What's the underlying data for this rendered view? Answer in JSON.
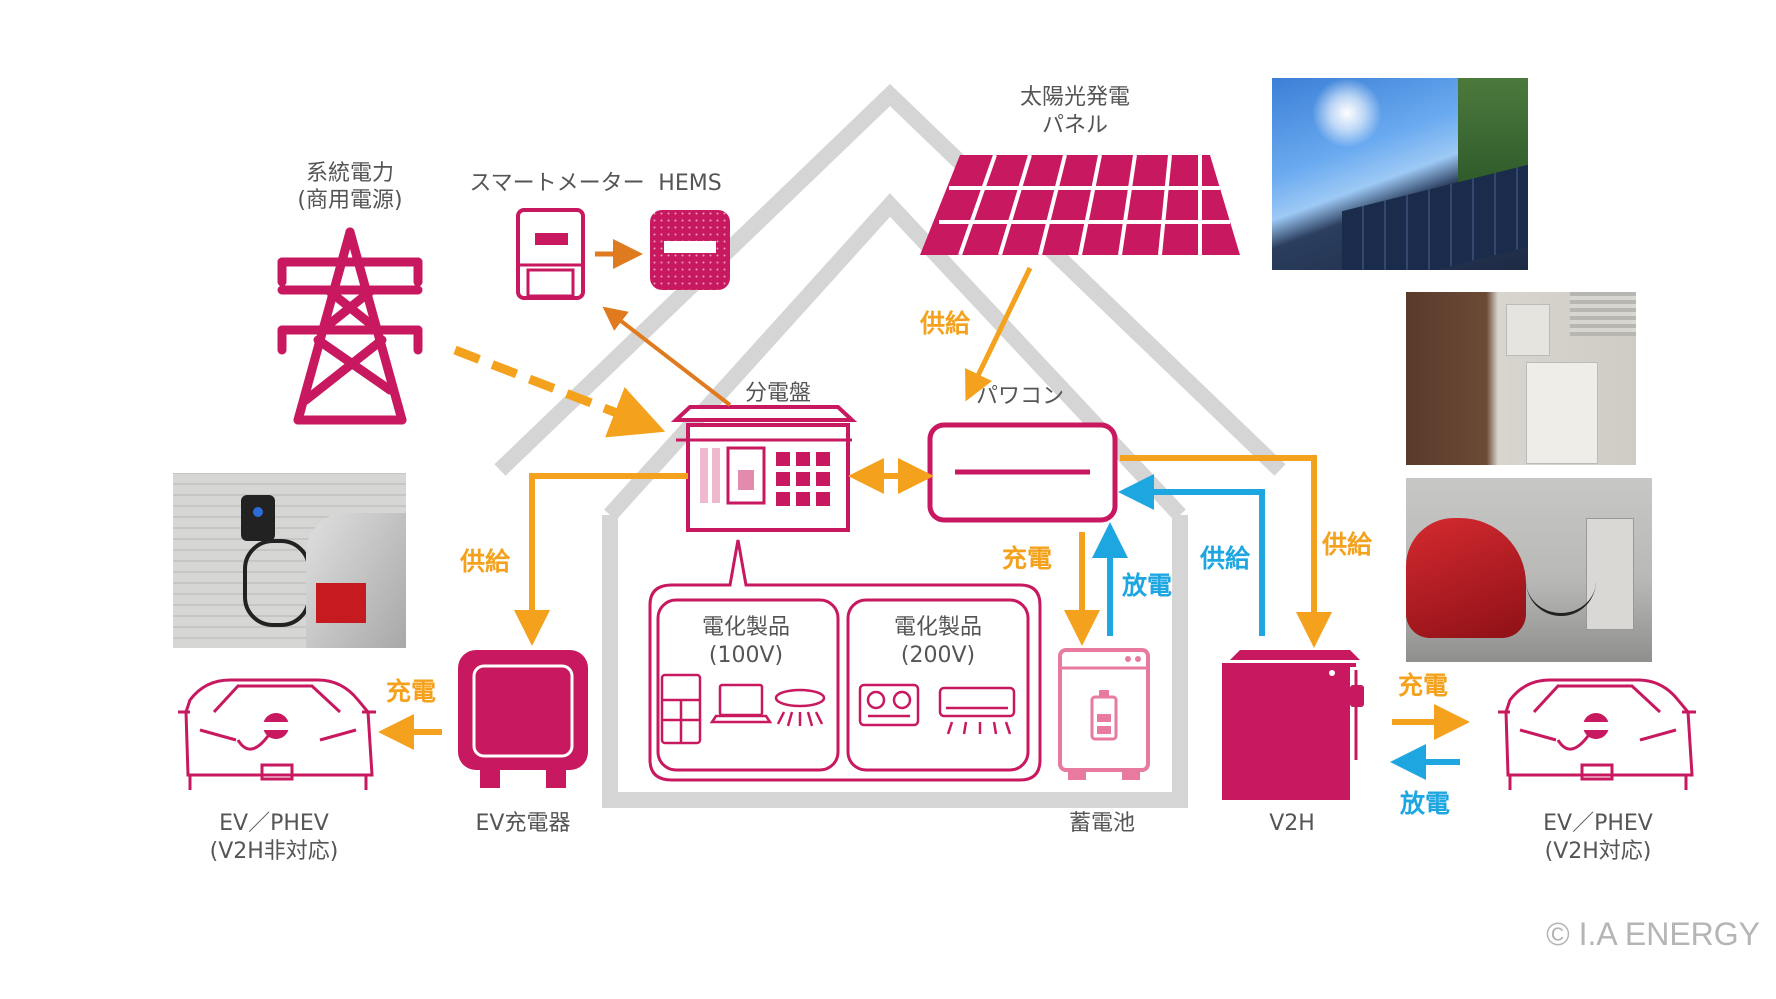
{
  "labels": {
    "grid_line1": "系統電力",
    "grid_line2": "(商用電源)",
    "smart_meter": "スマートメーター",
    "hems": "HEMS",
    "solar_line1": "太陽光発電",
    "solar_line2": "パネル",
    "distribution_board": "分電盤",
    "power_conditioner": "パワコン",
    "appliances100_line1": "電化製品",
    "appliances100_line2": "(100V)",
    "appliances200_line1": "電化製品",
    "appliances200_line2": "(200V)",
    "ev_charger": "EV充電器",
    "battery": "蓄電池",
    "v2h": "V2H",
    "ev_left_line1": "EV／PHEV",
    "ev_left_line2": "(V2H非対応)",
    "ev_right_line1": "EV／PHEV",
    "ev_right_line2": "(V2H対応)"
  },
  "flows": {
    "supply_solar": "供給",
    "supply_board": "供給",
    "charge_ev_left": "充電",
    "charge_battery": "充電",
    "discharge_battery": "放電",
    "supply_v2h_blue": "供給",
    "supply_v2h_orange": "供給",
    "charge_ev_right": "充電",
    "discharge_ev_right": "放電"
  },
  "copyright": "© I.A ENERGY",
  "colors": {
    "magenta": "#C8185F",
    "battery_pink": "#E87AA0",
    "orange": "#F4A21E",
    "meter_arrow": "#E07A1E",
    "blue": "#1EA6E0",
    "house_gray": "#D5D5D5"
  }
}
